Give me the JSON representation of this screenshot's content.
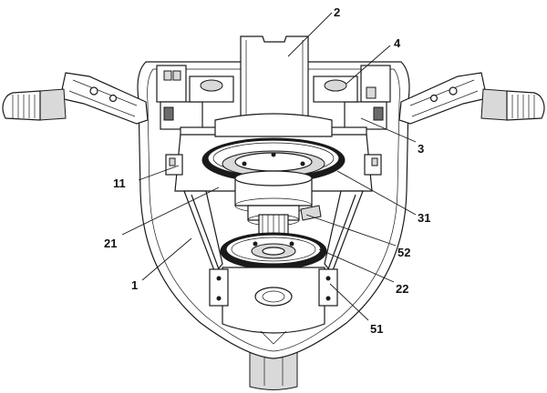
{
  "labels": {
    "l2": "2",
    "l4": "4",
    "l3": "3",
    "l11": "11",
    "l31": "31",
    "l21": "21",
    "l52": "52",
    "l1": "1",
    "l22": "22",
    "l51": "51"
  }
}
